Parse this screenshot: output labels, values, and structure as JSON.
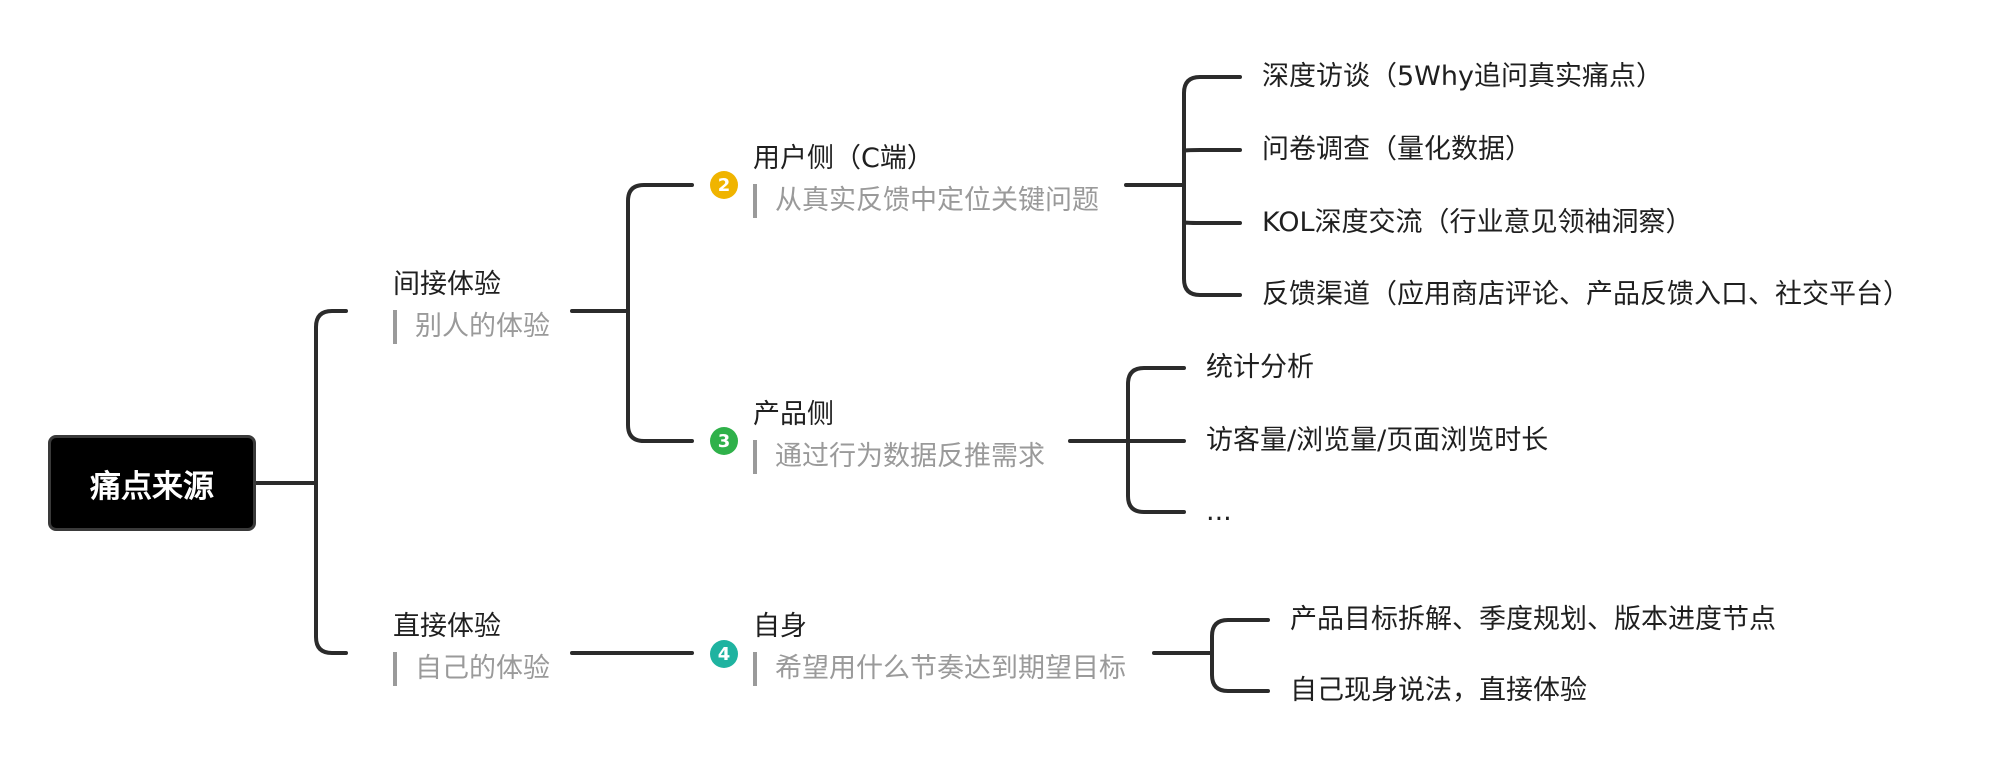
{
  "root": {
    "label": "痛点来源"
  },
  "branches": {
    "indirect": {
      "title": "间接体验",
      "note": "别人的体验",
      "user_side": {
        "badge": "2",
        "title": "用户侧（C端）",
        "note": "从真实反馈中定位关键问题",
        "items": [
          "深度访谈（5Why追问真实痛点）",
          "问卷调查（量化数据）",
          "KOL深度交流（行业意见领袖洞察）",
          "反馈渠道（应用商店评论、产品反馈入口、社交平台）"
        ]
      },
      "product_side": {
        "badge": "3",
        "title": "产品侧",
        "note": "通过行为数据反推需求",
        "items": [
          "统计分析",
          "访客量/浏览量/页面浏览时长",
          "..."
        ]
      }
    },
    "direct": {
      "title": "直接体验",
      "note": "自己的体验",
      "self": {
        "badge": "4",
        "title": "自身",
        "note": "希望用什么节奏达到期望目标",
        "items": [
          "产品目标拆解、季度规划、版本进度节点",
          "自己现身说法，直接体验"
        ]
      }
    }
  },
  "colors": {
    "line": "#2b2b2b",
    "badge2": "#f0b400",
    "badge3": "#2fb14a",
    "badge4": "#1fb3a0",
    "note": "#9a9a9a"
  }
}
